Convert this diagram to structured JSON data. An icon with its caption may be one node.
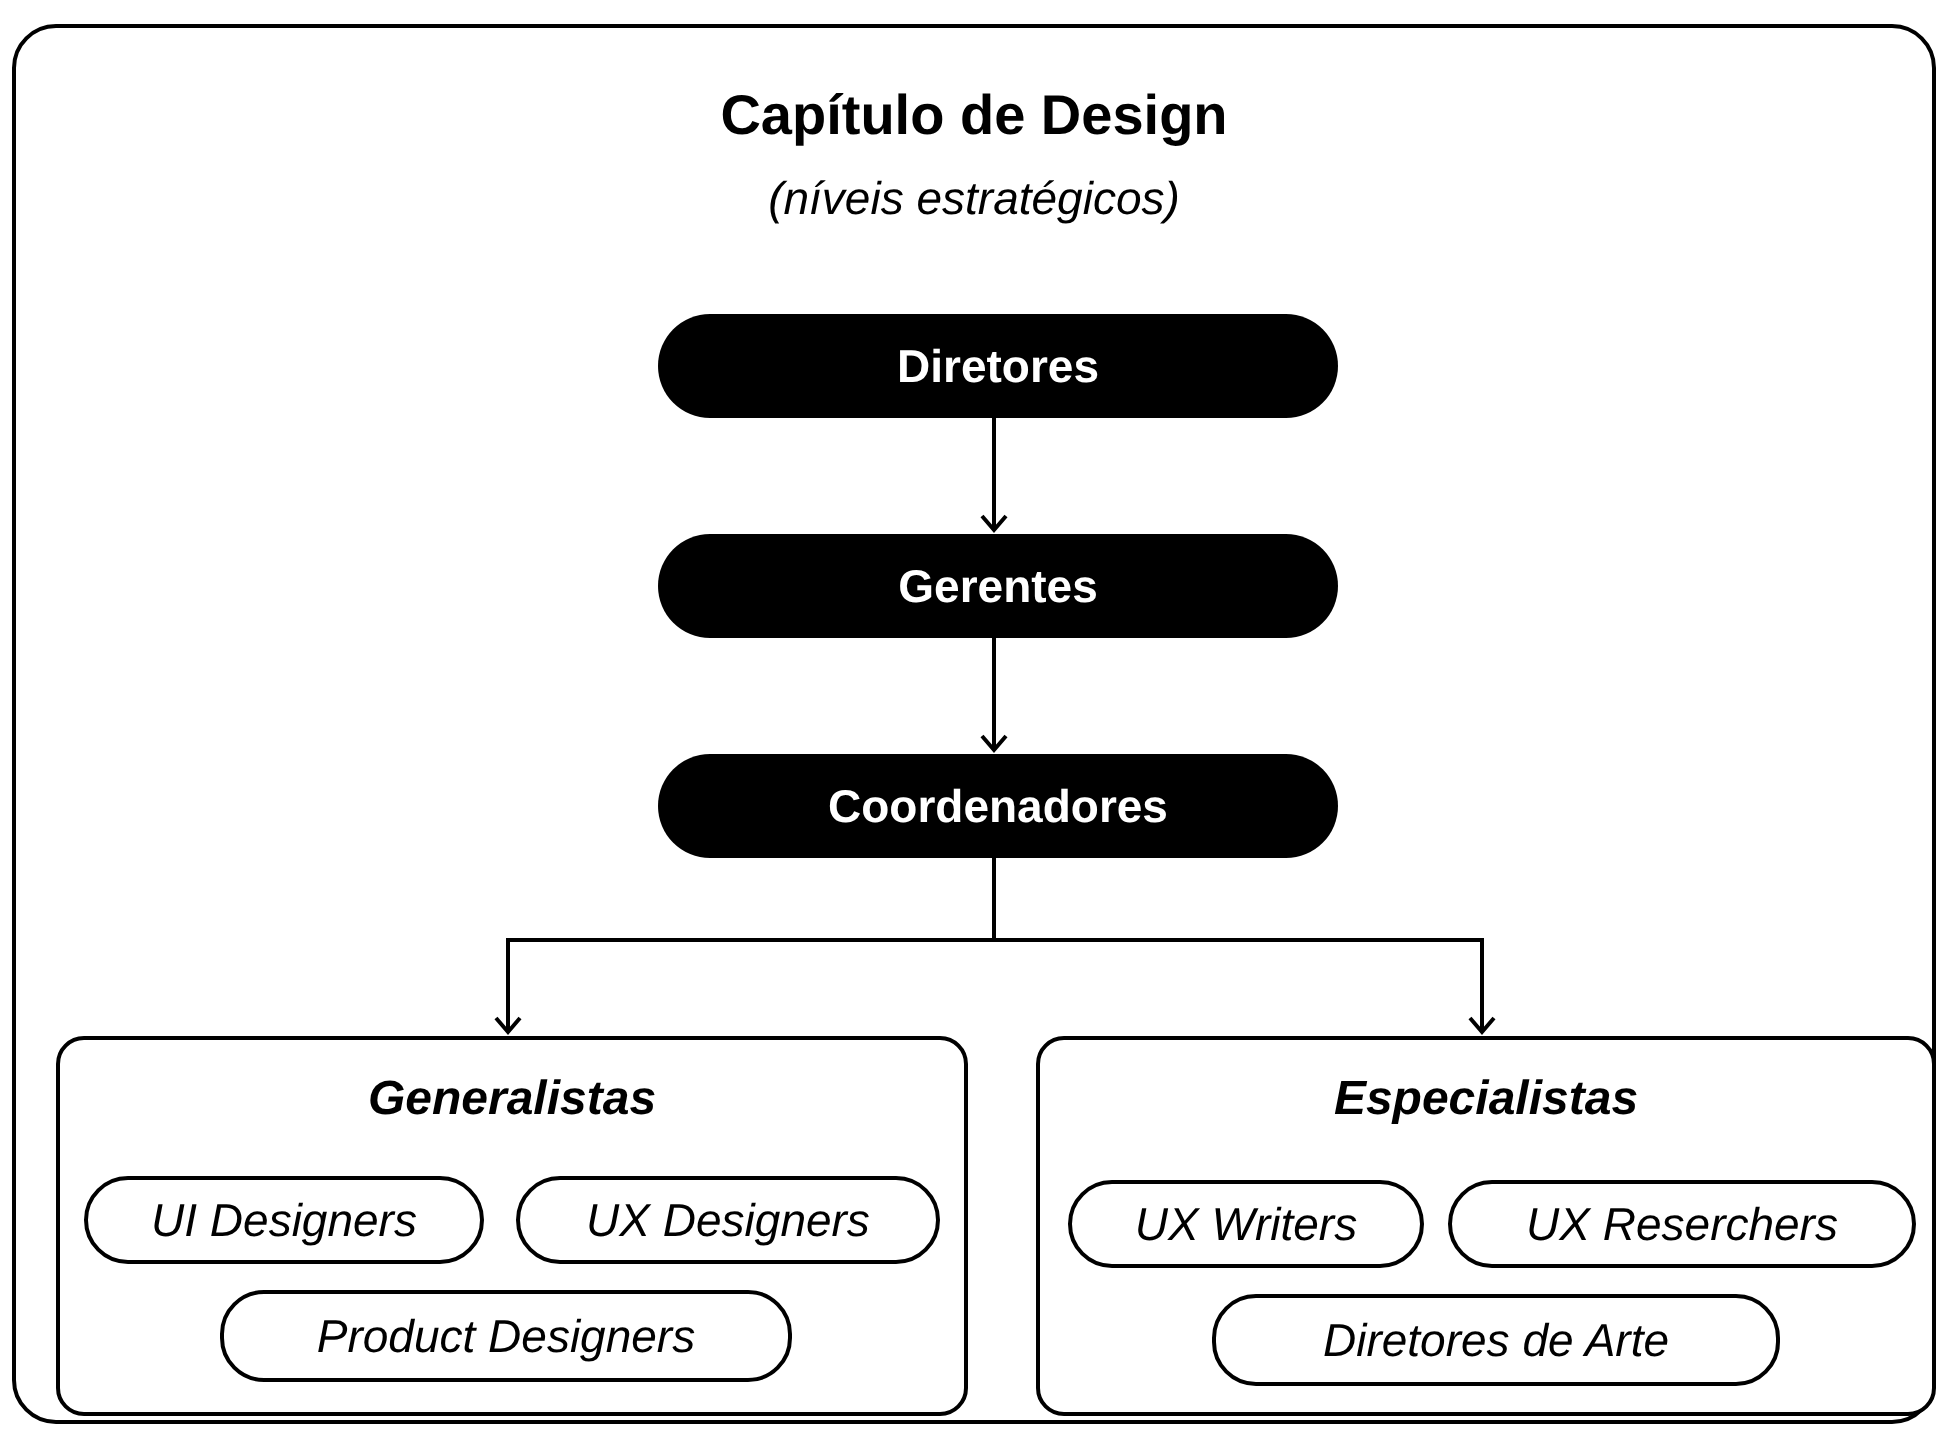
{
  "diagram": {
    "nodes": [
      {
        "text": [
          "Capítulo de Design",
          "(níveis estratégicos)"
        ]
      },
      {
        "text": [
          "Diretores"
        ],
        "in": 0
      },
      {
        "text": [
          "Gerentes"
        ],
        "in": 0
      },
      {
        "text": [
          "Coordenadores"
        ],
        "in": 0
      },
      {
        "text": [
          "Generalistas"
        ],
        "in": 0
      },
      {
        "text": [
          "UI Designers"
        ],
        "in": 4
      },
      {
        "text": [
          "UX Designers"
        ],
        "in": 4
      },
      {
        "text": [
          "Product Designers"
        ],
        "in": 4
      },
      {
        "text": [
          "Especialistas"
        ],
        "in": 0
      },
      {
        "text": [
          "UX Writers"
        ],
        "in": 8
      },
      {
        "text": [
          "UX Reserchers"
        ],
        "in": 8
      },
      {
        "text": [
          "Diretores de Arte"
        ],
        "in": 8
      }
    ],
    "edges": [
      {
        "from": 1,
        "to": 2,
        "arrow": "to"
      },
      {
        "from": 2,
        "to": 3,
        "arrow": "to"
      },
      {
        "from": 3,
        "to": 4,
        "arrow": "to"
      },
      {
        "from": 3,
        "to": 8,
        "arrow": "to"
      }
    ]
  }
}
